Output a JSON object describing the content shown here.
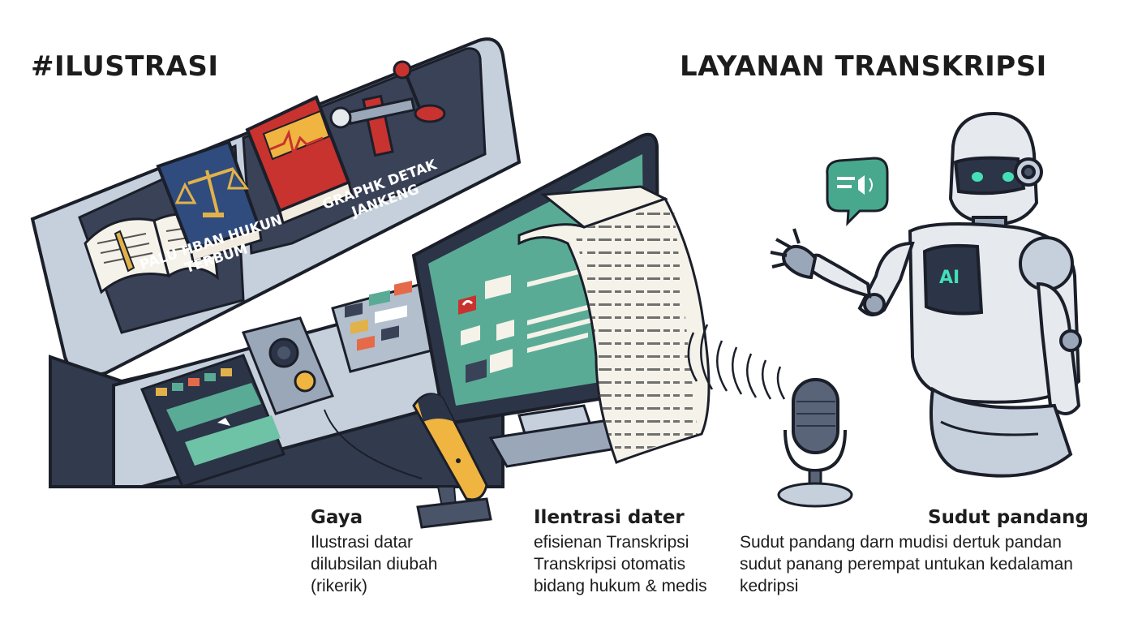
{
  "header": {
    "left_title": "#ILUSTRASI",
    "right_title": "LAYANAN TRANSKRIPSI"
  },
  "panels": {
    "law_label_line1": "PALU HBAN HUKUN",
    "law_label_line2": "TERBUM",
    "graph_label_line1": "GRAPHK DETAK",
    "graph_label_line2": "JANKENG"
  },
  "robot": {
    "chest_badge": "AI"
  },
  "captions": [
    {
      "heading": "Gaya",
      "lines": [
        "Ilustrasi datar",
        "dilubsilan diubah",
        "(rikerik)"
      ]
    },
    {
      "heading": "Ilentrasi dater",
      "lines": [
        "efisienan Transkripsi",
        "Transkripsi otomatis",
        "bidang hukum & medis"
      ]
    },
    {
      "heading": "Sudut pandang",
      "lines": [
        "Sudut pandang darn mudisi dertuk pandan",
        "sudut panang perempat untukan kedalaman",
        "kedripsi"
      ]
    }
  ],
  "colors": {
    "console_body": "#c5d0dc",
    "console_dark": "#323a4e",
    "screen_teal": "#5aab95",
    "book_red": "#c8322f",
    "book_blue": "#304c7e",
    "accent_mint": "#43e0b8",
    "speech_bubble": "#48a88e",
    "mic_yellow": "#f0b440"
  },
  "icons": [
    "book-icon",
    "scales-icon",
    "heartbeat-icon",
    "microscope-icon",
    "microphone-icon",
    "speech-bubble-icon",
    "robot-icon",
    "sound-wave-icon",
    "monitor-icon",
    "document-icon"
  ]
}
